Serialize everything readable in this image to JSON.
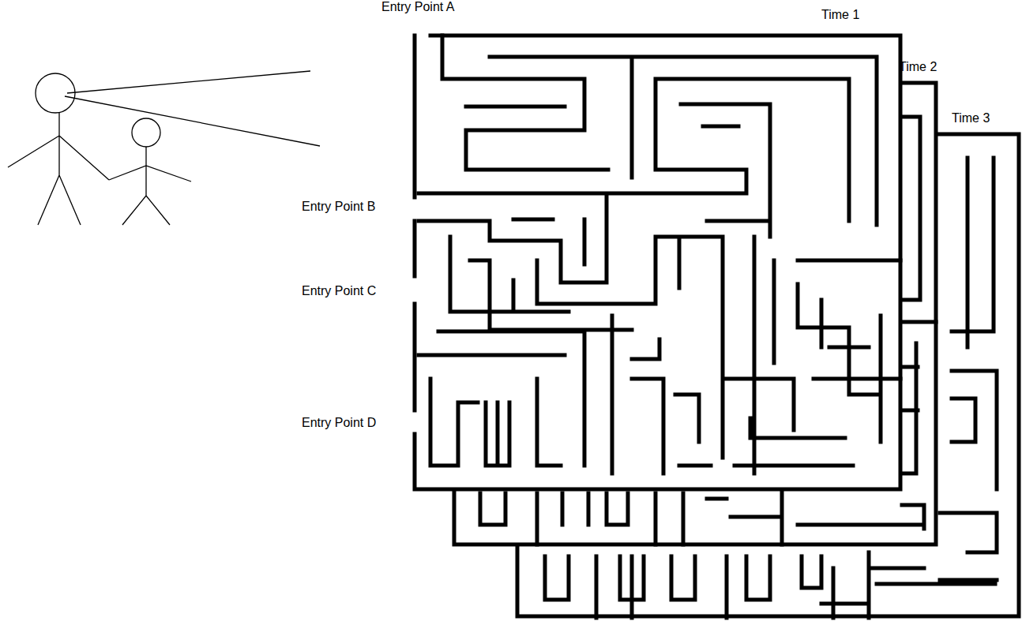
{
  "diagram": {
    "labels": [
      "Entry Point A",
      "Time 1",
      "Time 2",
      "Time 3",
      "Entry Point B",
      "Entry Point C",
      "Entry Point D"
    ]
  }
}
